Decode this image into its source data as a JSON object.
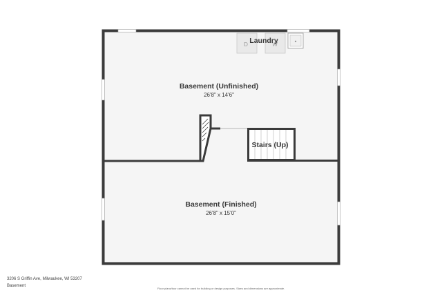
{
  "rooms": {
    "laundry": {
      "name": "Laundry"
    },
    "unfinished": {
      "name": "Basement (Unfinished)",
      "dims": "26'8\" x 14'6\""
    },
    "stairs": {
      "name": "Stairs (Up)"
    },
    "finished": {
      "name": "Basement (Finished)",
      "dims": "26'8\" x 15'0\""
    }
  },
  "appliances": {
    "dryer": "D",
    "washer": "W"
  },
  "footer": {
    "address": "3206 S Griffin Ave, Milwaukee, WI 53207",
    "floor_name": "Basement",
    "disclaimer": "Floor plans/tour cannot be used for building or design purposes. Sizes and dimensions are approximate."
  },
  "colors": {
    "wall": "#3b3b3b",
    "floor": "#f5f5f5",
    "window": "#ffffff",
    "appliance": "#e9e9e9"
  }
}
